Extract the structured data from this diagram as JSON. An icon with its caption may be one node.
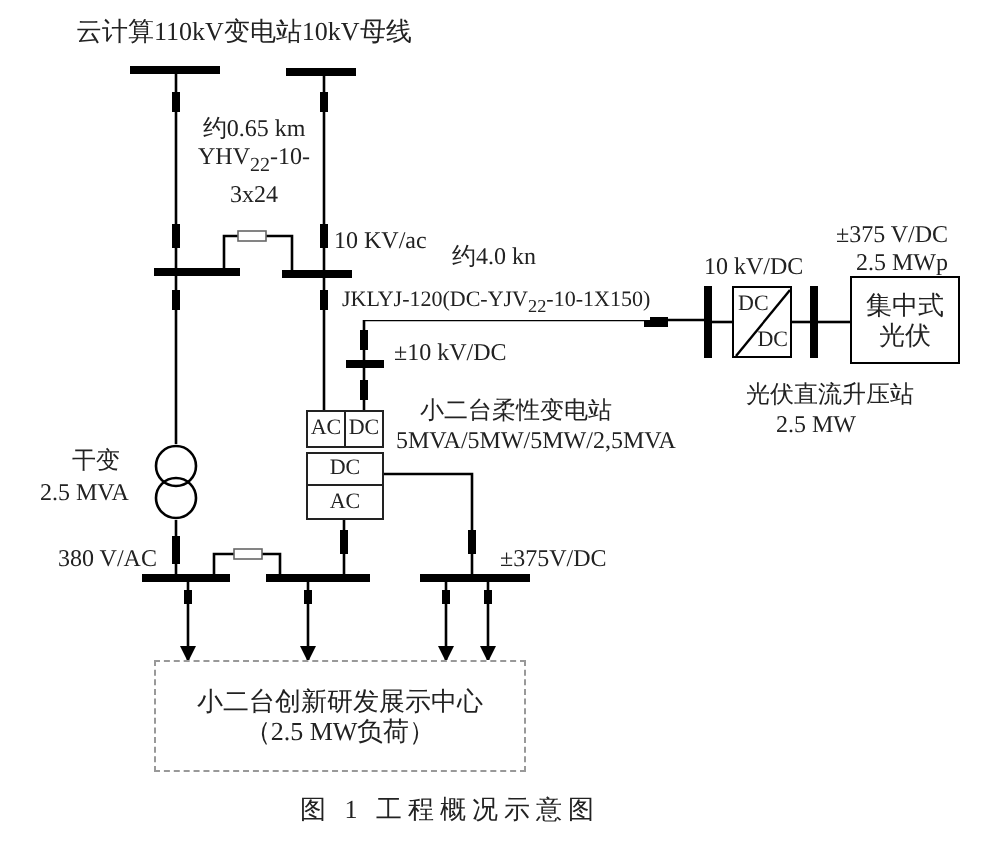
{
  "diagram": {
    "caption": "图 1 工程概况示意图",
    "nodes": [
      {
        "text": [],
        "shape": "bar"
      },
      {
        "text": [],
        "shape": "bar"
      },
      {
        "text": [],
        "shape": "bar"
      },
      {
        "text": [],
        "shape": "bar",
        "beside": [
          "10 KV/ac"
        ]
      },
      {
        "text": [],
        "shape": "bar",
        "beside": [
          "±10 kV/DC"
        ]
      },
      {
        "text": [
          "AC",
          "DC",
          "DC",
          "AC"
        ],
        "beside": [
          "小二台柔性变电站",
          "5MVA/5MW/5MW/2,5MVA"
        ]
      },
      {
        "text": [],
        "shape": "bar",
        "beside": [
          "10 kV/DC"
        ]
      },
      {
        "text": [
          "DC",
          "DC"
        ],
        "beside": [
          "光伏直流升压站",
          "2.5 MW"
        ]
      },
      {
        "text": [],
        "shape": "bar"
      },
      {
        "text": [
          "集中式光伏"
        ],
        "beside": [
          "±375 V/DC",
          "2.5 MWp"
        ]
      },
      {
        "text": [],
        "shape": "circle",
        "beside": [
          "干变",
          "2.5 MVA"
        ]
      },
      {
        "text": [],
        "shape": "bar",
        "beside": [
          "380 V/AC"
        ]
      },
      {
        "text": [],
        "shape": "bar"
      },
      {
        "text": [],
        "shape": "bar",
        "beside": [
          "±375V/DC"
        ]
      },
      {
        "text": [
          "小二台创新研发展示中心",
          "（2.5 MW负荷）"
        ]
      }
    ],
    "edges": [
      {
        "from": 0,
        "to": 2,
        "arrow": "none"
      },
      {
        "from": 1,
        "to": 3,
        "arrow": "none"
      },
      {
        "from": 2,
        "to": 3,
        "arrow": "none"
      },
      {
        "from": 2,
        "to": 10,
        "arrow": "none"
      },
      {
        "from": 3,
        "to": 5,
        "arrow": "none"
      },
      {
        "from": 5,
        "to": 4,
        "arrow": "none"
      },
      {
        "from": 4,
        "to": 6,
        "arrow": "none",
        "label": "JKLYJ-120(DC-YJV$_{22}$-10-1X150)"
      },
      {
        "from": 6,
        "to": 7,
        "arrow": "none"
      },
      {
        "from": 7,
        "to": 8,
        "arrow": "none"
      },
      {
        "from": 8,
        "to": 9,
        "arrow": "none"
      },
      {
        "from": 10,
        "to": 11,
        "arrow": "none"
      },
      {
        "from": 11,
        "to": 12,
        "arrow": "none"
      },
      {
        "from": 5,
        "to": 12,
        "arrow": "none"
      },
      {
        "from": 5,
        "to": 13,
        "arrow": "none"
      },
      {
        "from": 11,
        "to": 14,
        "arrow": "to"
      },
      {
        "from": 12,
        "to": 14,
        "arrow": "to"
      },
      {
        "from": 13,
        "to": 14,
        "arrow": "to"
      },
      {
        "from": 13,
        "to": 14,
        "arrow": "to"
      }
    ],
    "labels": [
      "云计算110kV变电站10kV母线",
      "约0.65 km YHV$_{22}$-10-3x24",
      "约4.0 kn"
    ]
  }
}
